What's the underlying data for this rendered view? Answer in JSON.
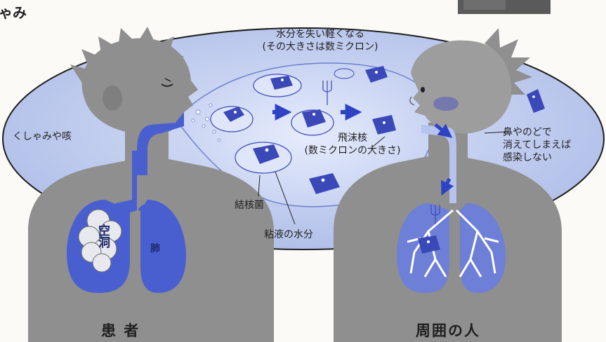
{
  "header_fragment": "ゃみ",
  "labels": {
    "dehydration_line1": "水分を失い軽くなる",
    "dehydration_line2": "(その大きさは数ミクロン)",
    "sneeze_cough": "くしゃみや咳",
    "droplet_nuclei_line1": "飛沫核",
    "droplet_nuclei_line2": "(数ミクロンの大きさ)",
    "tubercle_bacillus": "結核菌",
    "mucus_water": "粘液の水分",
    "vanish_line1": "鼻やのどで",
    "vanish_line2": "消えてしまえば",
    "vanish_line3": "感染しない",
    "cavity": "空洞",
    "lung": "肺"
  },
  "captions": {
    "patient": "患 者",
    "people_around": "周囲の人"
  },
  "colors": {
    "figure_gray": "#8f8f8f",
    "airway_blue": "#4a5fcf",
    "cloud_blue": "#b9c6ec",
    "arrow_blue": "#2e43c4",
    "bacillus_blue": "#3a48b8"
  }
}
